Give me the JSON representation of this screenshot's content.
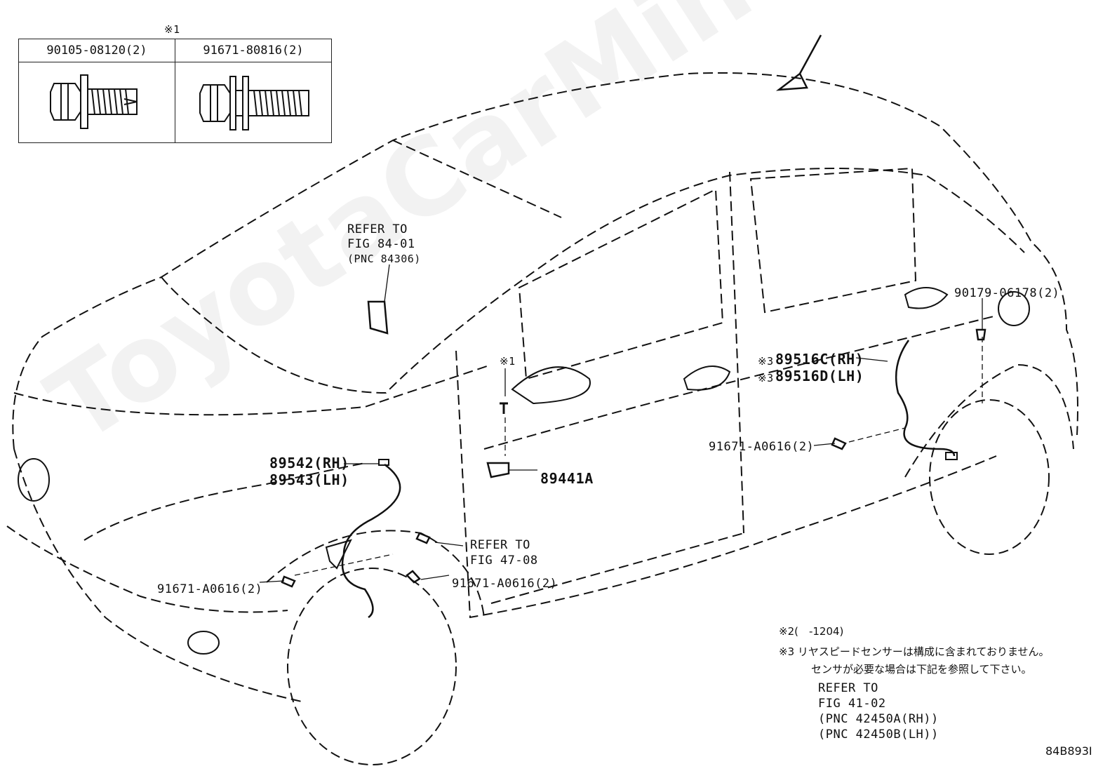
{
  "spec_table": {
    "marker": "※1",
    "columns": [
      {
        "part": "90105-08120(2)"
      },
      {
        "part": "91671-80816(2)"
      }
    ]
  },
  "callouts": {
    "refer_fig_84": [
      "REFER TO",
      "FIG 84-01",
      "(PNC 84306)"
    ],
    "refer_fig_47": [
      "REFER TO",
      "FIG 47-08"
    ],
    "marker_1_mid": "※1",
    "part_89542": "89542(RH)",
    "part_89543": "89543(LH)",
    "part_89441A": "89441A",
    "part_89516C": "89516C(RH)",
    "part_89516D": "89516D(LH)",
    "marker_3a": "※3",
    "marker_3b": "※3",
    "part_90179": "90179-06178(2)",
    "bolt_rear": "91671-A0616(2)",
    "bolt_front_left": "91671-A0616(2)",
    "bolt_front_mid": "91671-A0616(2)"
  },
  "notes": {
    "note2": "※2(　-1204)",
    "note3_line1": "※3 リヤスピードセンサーは構成に含まれておりません。",
    "note3_line2": "センサが必要な場合は下記を参照して下さい。",
    "refer_41": [
      "REFER TO",
      "FIG 41-02",
      "(PNC 42450A(RH))",
      "(PNC 42450B(LH))"
    ]
  },
  "diagram_code": "84B893I",
  "watermark": "ToyotaCarMiner.ru"
}
